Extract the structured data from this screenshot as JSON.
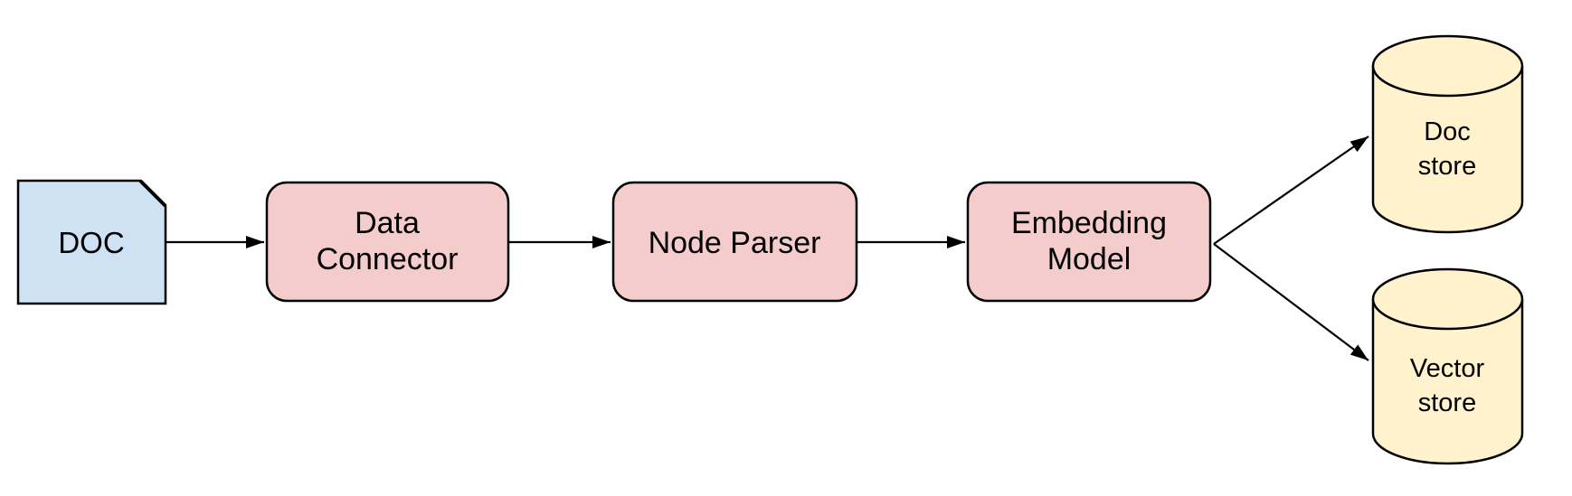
{
  "diagram": {
    "colors": {
      "doc_fill": "#cfe2f3",
      "process_fill": "#f4cccc",
      "store_fill": "#fff2cc",
      "stroke": "#000000",
      "background": "#ffffff"
    },
    "nodes": {
      "doc": {
        "label": "DOC",
        "shape": "document"
      },
      "data_connector": {
        "line1": "Data",
        "line2": "Connector",
        "shape": "rounded-rect"
      },
      "node_parser": {
        "label": "Node Parser",
        "shape": "rounded-rect"
      },
      "embedding_model": {
        "line1": "Embedding",
        "line2": "Model",
        "shape": "rounded-rect"
      },
      "doc_store": {
        "line1": "Doc",
        "line2": "store",
        "shape": "cylinder"
      },
      "vector_store": {
        "line1": "Vector",
        "line2": "store",
        "shape": "cylinder"
      }
    },
    "edges": [
      {
        "from": "doc",
        "to": "data_connector"
      },
      {
        "from": "data_connector",
        "to": "node_parser"
      },
      {
        "from": "node_parser",
        "to": "embedding_model"
      },
      {
        "from": "embedding_model",
        "to": "doc_store"
      },
      {
        "from": "embedding_model",
        "to": "vector_store"
      }
    ]
  }
}
